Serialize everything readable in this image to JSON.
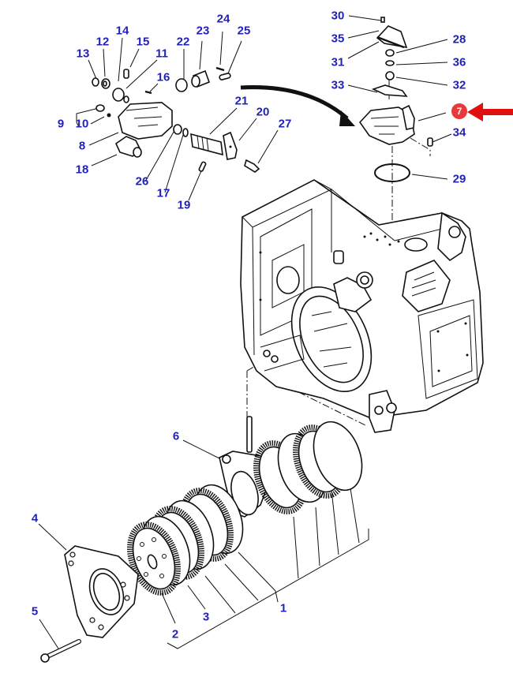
{
  "diagram": {
    "type": "exploded-parts-diagram",
    "subject": "rear transmission housing with hydraulic lift control valve and brake disc pack",
    "label_color": "#2222bb",
    "line_color": "#111111",
    "highlight": {
      "part_number": "7",
      "badge_color": "#e83a3a",
      "arrow_color": "#e01010",
      "arrow_direction": "left"
    },
    "transfer_arrow": {
      "from_group": "control-valve-subassembly",
      "to_part": "7"
    }
  },
  "callouts": [
    {
      "id": "1",
      "label": "1"
    },
    {
      "id": "2",
      "label": "2"
    },
    {
      "id": "3",
      "label": "3"
    },
    {
      "id": "4",
      "label": "4"
    },
    {
      "id": "5",
      "label": "5"
    },
    {
      "id": "6",
      "label": "6"
    },
    {
      "id": "7",
      "label": "7"
    },
    {
      "id": "8",
      "label": "8"
    },
    {
      "id": "9",
      "label": "9"
    },
    {
      "id": "10",
      "label": "10"
    },
    {
      "id": "11",
      "label": "11"
    },
    {
      "id": "12",
      "label": "12"
    },
    {
      "id": "13",
      "label": "13"
    },
    {
      "id": "14",
      "label": "14"
    },
    {
      "id": "15",
      "label": "15"
    },
    {
      "id": "16",
      "label": "16"
    },
    {
      "id": "17",
      "label": "17"
    },
    {
      "id": "18",
      "label": "18"
    },
    {
      "id": "19",
      "label": "19"
    },
    {
      "id": "20",
      "label": "20"
    },
    {
      "id": "21",
      "label": "21"
    },
    {
      "id": "22",
      "label": "22"
    },
    {
      "id": "23",
      "label": "23"
    },
    {
      "id": "24",
      "label": "24"
    },
    {
      "id": "25",
      "label": "25"
    },
    {
      "id": "26",
      "label": "26"
    },
    {
      "id": "27",
      "label": "27"
    },
    {
      "id": "28",
      "label": "28"
    },
    {
      "id": "29",
      "label": "29"
    },
    {
      "id": "30",
      "label": "30"
    },
    {
      "id": "31",
      "label": "31"
    },
    {
      "id": "32",
      "label": "32"
    },
    {
      "id": "33",
      "label": "33"
    },
    {
      "id": "34",
      "label": "34"
    },
    {
      "id": "35",
      "label": "35"
    },
    {
      "id": "36",
      "label": "36"
    }
  ]
}
